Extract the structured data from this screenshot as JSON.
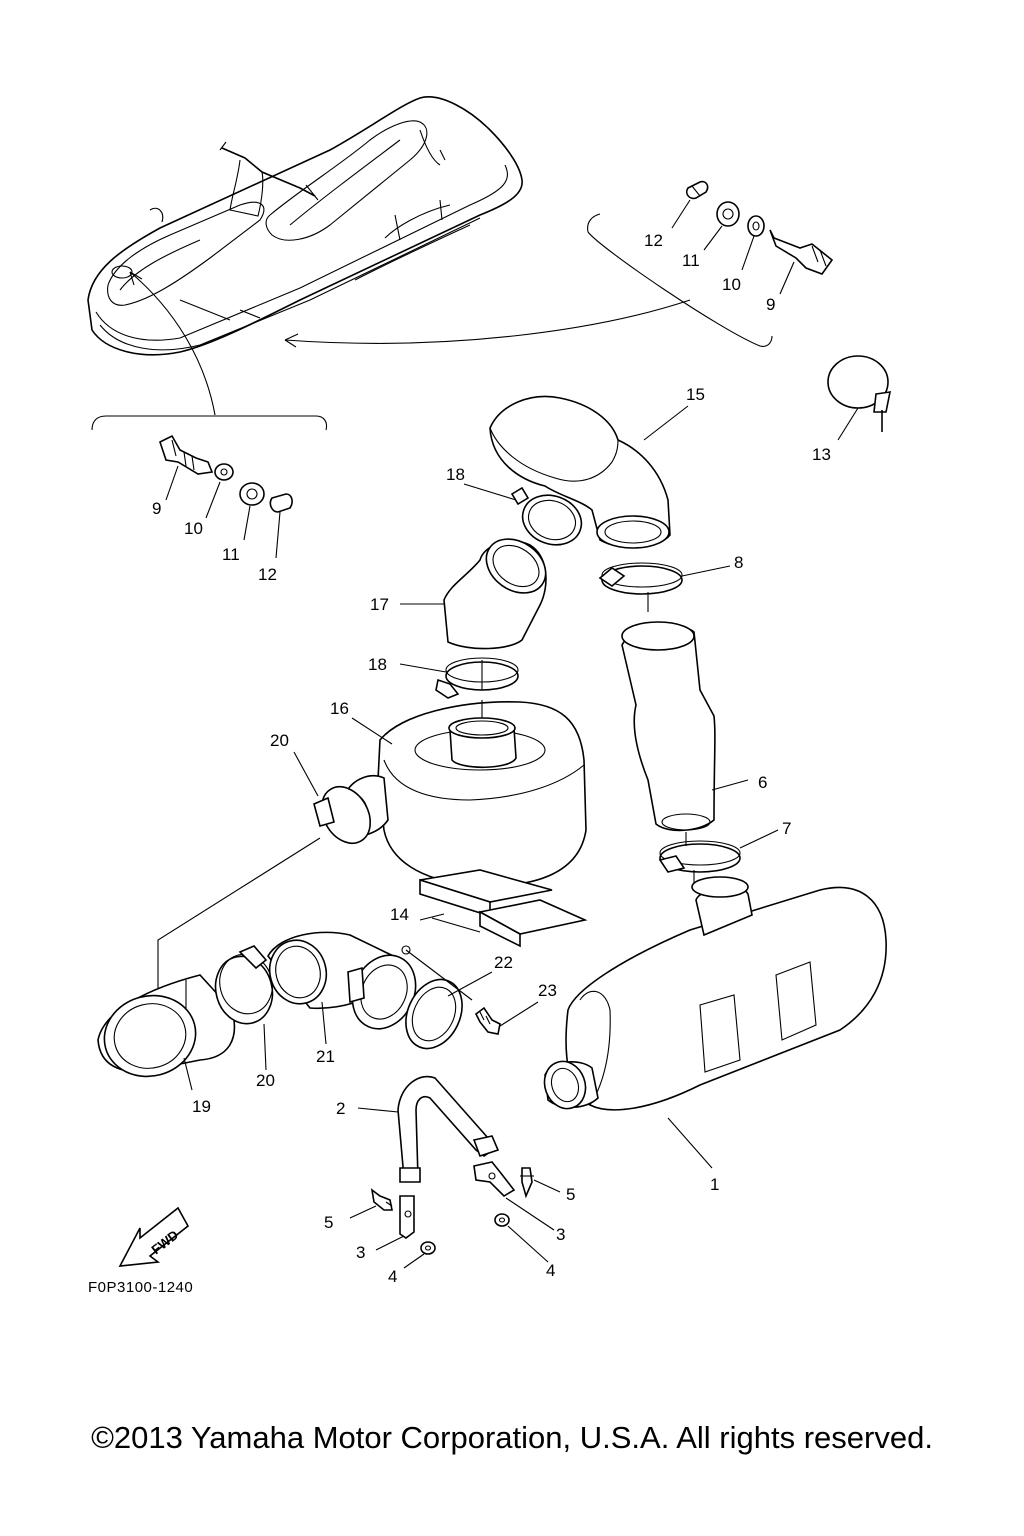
{
  "callouts": {
    "c1": "1",
    "c2": "2",
    "c3a": "3",
    "c3b": "3",
    "c4a": "4",
    "c4b": "4",
    "c5a": "5",
    "c5b": "5",
    "c6": "6",
    "c7": "7",
    "c8": "8",
    "c9a": "9",
    "c9b": "9",
    "c10a": "10",
    "c10b": "10",
    "c11a": "11",
    "c11b": "11",
    "c12a": "12",
    "c12b": "12",
    "c13": "13",
    "c14": "14",
    "c15": "15",
    "c16": "16",
    "c17": "17",
    "c18a": "18",
    "c18b": "18",
    "c19": "19",
    "c20a": "20",
    "c20b": "20",
    "c21": "21",
    "c22": "22",
    "c23": "23"
  },
  "fwd_label": "FWD",
  "reference_code": "F0P3100-1240",
  "copyright": "©2013 Yamaha Motor Corporation, U.S.A. All rights reserved."
}
